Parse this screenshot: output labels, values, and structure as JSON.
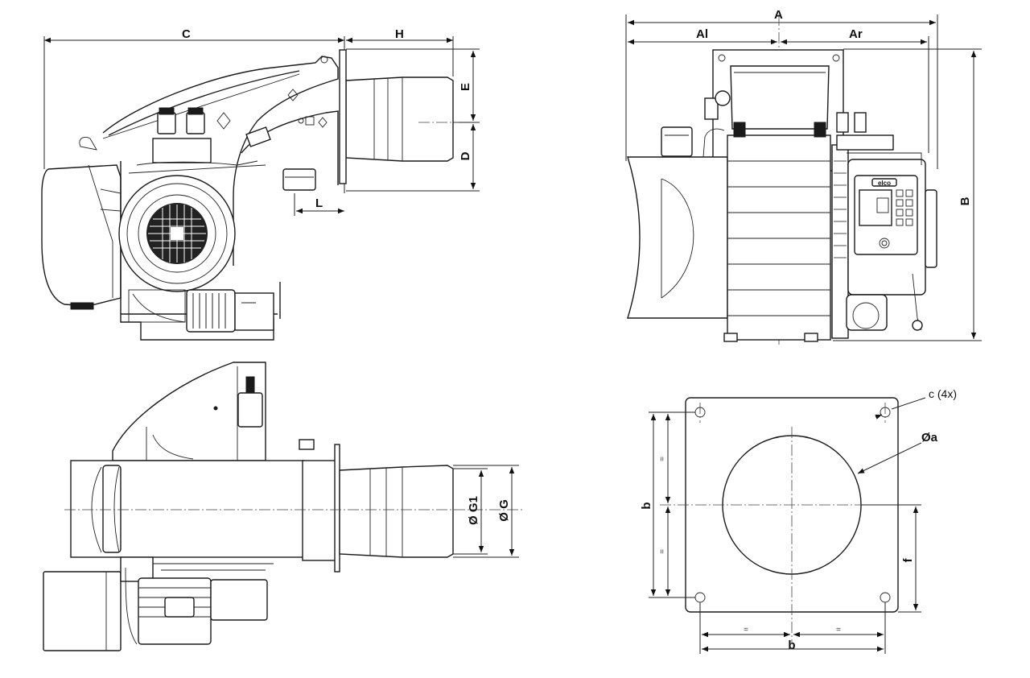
{
  "labels": {
    "C": "C",
    "H": "H",
    "E": "E",
    "D": "D",
    "L": "L",
    "A": "A",
    "Al": "Al",
    "Ar": "Ar",
    "B": "B",
    "G1": "Ø G1",
    "G": "Ø G",
    "c4x": "c (4x)",
    "a": "Øa",
    "b_vert": "b",
    "b_horiz": "b",
    "f": "f",
    "eq": "="
  },
  "brand": {
    "logo": "elco"
  },
  "colors": {
    "line": "#1a1a1a",
    "background": "#ffffff"
  }
}
